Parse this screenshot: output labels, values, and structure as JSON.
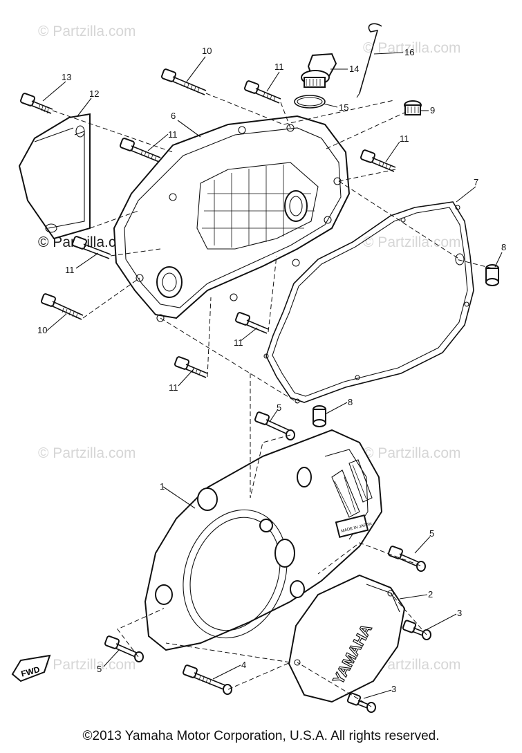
{
  "watermark": {
    "text": "© Partzilla.com"
  },
  "callouts": {
    "c1": "1",
    "c2": "2",
    "c3a": "3",
    "c3b": "3",
    "c4": "4",
    "c5a": "5",
    "c5b": "5",
    "c5c": "5",
    "c6": "6",
    "c7": "7",
    "c8a": "8",
    "c8b": "8",
    "c9": "9",
    "c10a": "10",
    "c10b": "10",
    "c11a": "11",
    "c11b": "11",
    "c11c": "11",
    "c11d": "11",
    "c11e": "11",
    "c11f": "11",
    "c12": "12",
    "c13": "13",
    "c14": "14",
    "c15": "15",
    "c16": "16"
  },
  "labels": {
    "brand": "YAMAHA",
    "made_in": "MADE IN JAPAN",
    "fwd": "FWD"
  },
  "footer": {
    "copyright": "©2013  Yamaha Motor Corporation, U.S.A. All rights reserved."
  }
}
